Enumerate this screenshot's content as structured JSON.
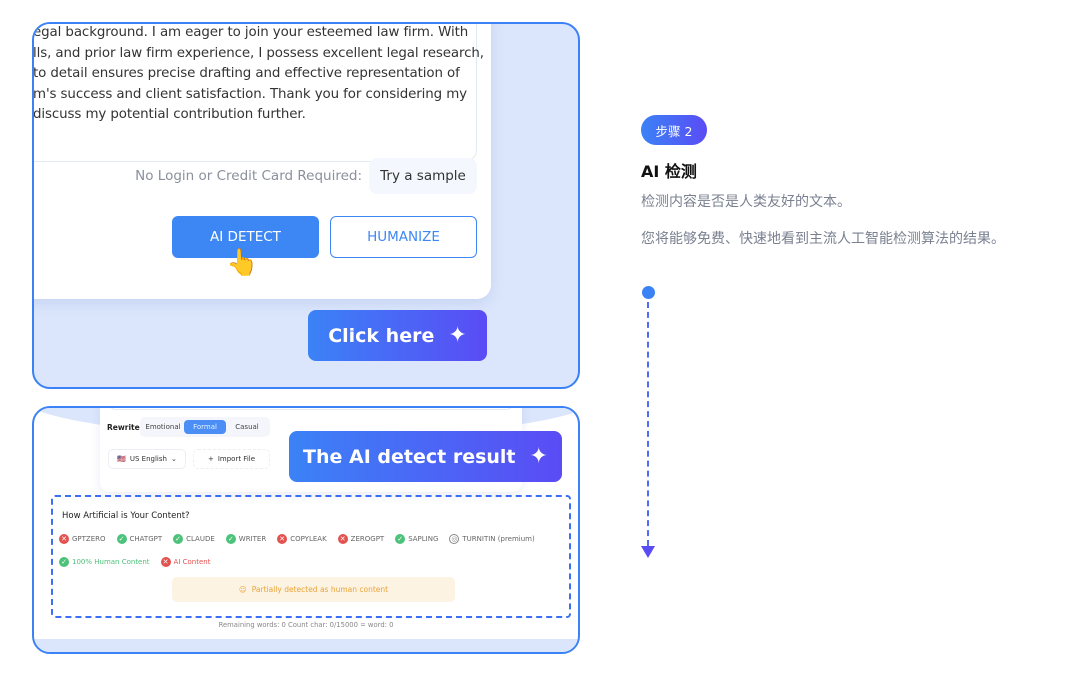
{
  "step1_panel": {
    "text_lines": [
      "egal background. I am eager to join your esteemed law firm. With",
      "lls, and prior law firm experience, I possess excellent legal research,",
      "to detail ensures precise drafting and effective representation of",
      "m's success and client satisfaction. Thank you for considering my",
      "discuss my potential contribution further."
    ],
    "no_login_label": "No Login or Credit Card Required:",
    "try_sample_label": "Try a sample",
    "ai_detect_label": "AI DETECT",
    "humanize_label": "HUMANIZE",
    "click_here_label": "Click here"
  },
  "step2_panel": {
    "rewrite_label": "Rewrite:",
    "rewrite_options": [
      "Emotional",
      "Formal",
      "Casual"
    ],
    "rewrite_selected": "Formal",
    "language_label": "US English",
    "import_label": "Import File",
    "result_callout": "The AI detect result",
    "question": "How Artificial is Your Content?",
    "detectors": [
      {
        "name": "GPTZERO",
        "status": "fail"
      },
      {
        "name": "CHATGPT",
        "status": "pass"
      },
      {
        "name": "CLAUDE",
        "status": "pass"
      },
      {
        "name": "WRITER",
        "status": "pass"
      },
      {
        "name": "COPYLEAK",
        "status": "fail"
      },
      {
        "name": "ZEROGPT",
        "status": "fail"
      },
      {
        "name": "SAPLING",
        "status": "pass"
      },
      {
        "name": "TURNITIN (premium)",
        "status": "locked"
      }
    ],
    "legend_human": "100% Human Content",
    "legend_ai": "AI Content",
    "verdict": "Partially detected as human content",
    "footer": "Remaining words: 0   Count char: 0/15000 = word: 0"
  },
  "step_info": {
    "badge": "步骤 2",
    "title": "AI 检测",
    "desc1": "检测内容是否是人类友好的文本。",
    "desc2": "您将能够免费、快速地看到主流人工智能检测算法的结果。"
  },
  "colors": {
    "accent": "#3b82f6",
    "accent_end": "#5a4cf5",
    "pass": "#4cc27a",
    "fail": "#e2524f",
    "panel_bg": "#dbe6fc"
  }
}
